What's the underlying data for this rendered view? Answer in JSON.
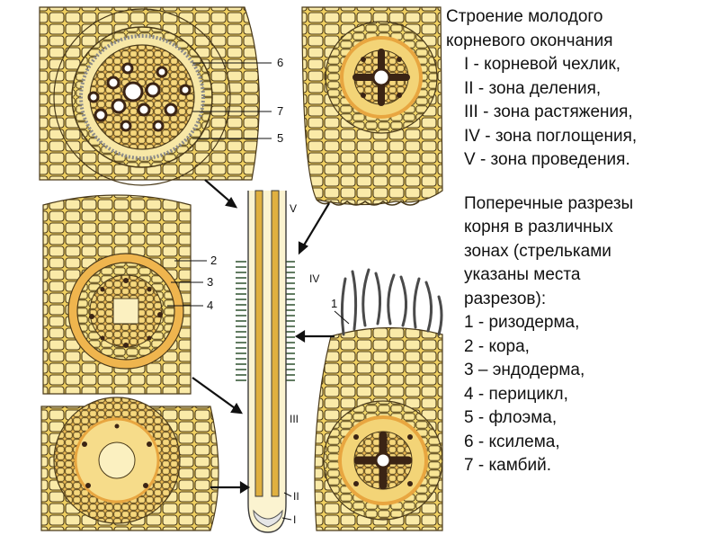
{
  "text": {
    "title_lines": [
      "Строение молодого",
      "корневого окончания"
    ],
    "zones": [
      "I - корневой чехлик,",
      "II - зона деления,",
      "III - зона растяжения,",
      "IV - зона поглощения,",
      "V - зона проведения."
    ],
    "caption_lines": [
      "Поперечные разрезы",
      "корня в различных",
      "зонах (стрельками",
      "указаны места",
      "разрезов):"
    ],
    "legend": [
      "1 - ризодерма,",
      "2 - кора,",
      "3 – эндодерма,",
      "4 - перицикл,",
      "5 - флоэма,",
      "6 - ксилема,",
      "7 - камбий."
    ]
  },
  "figure_labels": {
    "n6": "6",
    "n7": "7",
    "n5": "5",
    "n2": "2",
    "n3": "3",
    "n4": "4",
    "n1": "1",
    "rV": "V",
    "rIV": "IV",
    "rIII": "III",
    "rII": "II",
    "rI": "I"
  },
  "colors": {
    "cell_fill": "#f3d86a",
    "cell_light": "#fbf0c0",
    "cell_wall": "#4a3a1a",
    "cortex_orange": "#e8a640",
    "root_hair": "#3a5a3a",
    "xylem": "#3b2414"
  }
}
